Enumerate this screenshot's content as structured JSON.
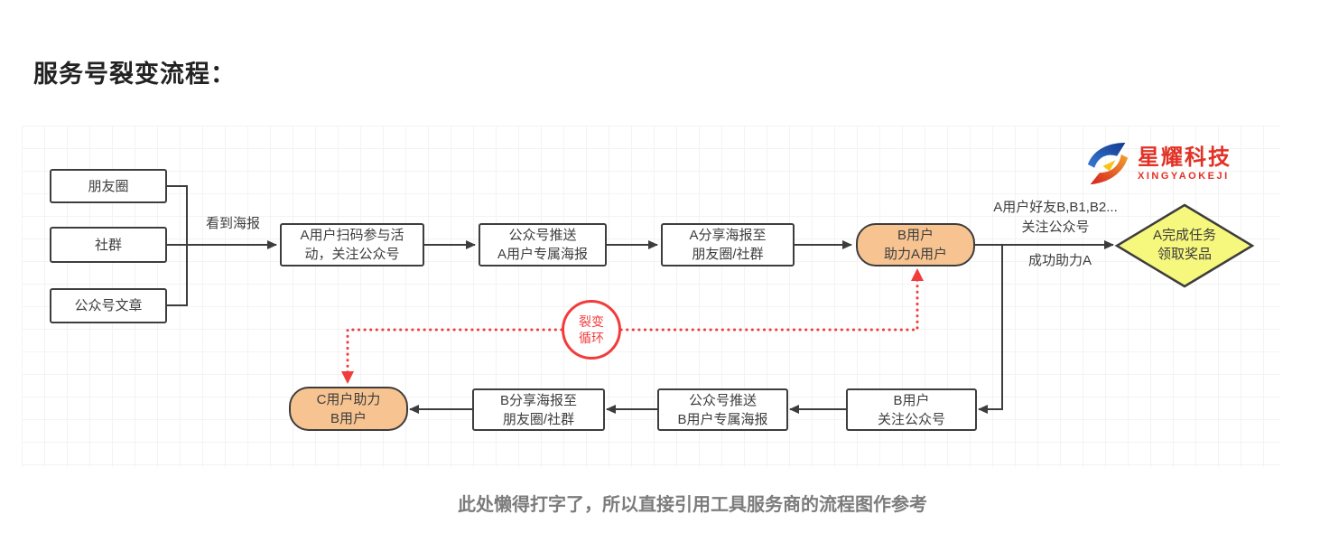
{
  "page": {
    "title": "服务号裂变流程：",
    "caption": "此处懒得打字了，所以直接引用工具服务商的流程图作参考"
  },
  "logo": {
    "company": "星耀科技",
    "romanized": "XINGYAOKEJI",
    "icon": "xingyao-swoosh-icon"
  },
  "colors": {
    "node_border": "#3d3d3d",
    "node_text": "#3d3d3d",
    "highlight_fill": "#f7c491",
    "diamond_fill": "#f6f77d",
    "loop_red": "#f23c3c",
    "logo_red": "#e23125",
    "caption_gray": "#7c7c7c",
    "title_dark": "#222222"
  },
  "flow": {
    "sources": [
      {
        "label": "朋友圈"
      },
      {
        "label": "社群"
      },
      {
        "label": "公众号文章"
      }
    ],
    "labels": {
      "see_poster": "看到海报",
      "friends_line1": "A用户好友B,B1,B2...",
      "friends_line2": "关注公众号",
      "assist_success": "成功助力A"
    },
    "top_row": [
      {
        "line1": "A用户扫码参与活",
        "line2": "动，关注公众号"
      },
      {
        "line1": "公众号推送",
        "line2": "A用户专属海报"
      },
      {
        "line1": "A分享海报至",
        "line2": "朋友圈/社群"
      },
      {
        "line1": "B用户",
        "line2": "助力A用户"
      }
    ],
    "diamond": {
      "line1": "A完成任务",
      "line2": "领取奖品"
    },
    "loop_badge": {
      "line1": "裂变",
      "line2": "循环"
    },
    "bottom_row": [
      {
        "line1": "C用户助力",
        "line2": "B用户"
      },
      {
        "line1": "B分享海报至",
        "line2": "朋友圈/社群"
      },
      {
        "line1": "公众号推送",
        "line2": "B用户专属海报"
      },
      {
        "line1": "B用户",
        "line2": "关注公众号"
      }
    ]
  }
}
